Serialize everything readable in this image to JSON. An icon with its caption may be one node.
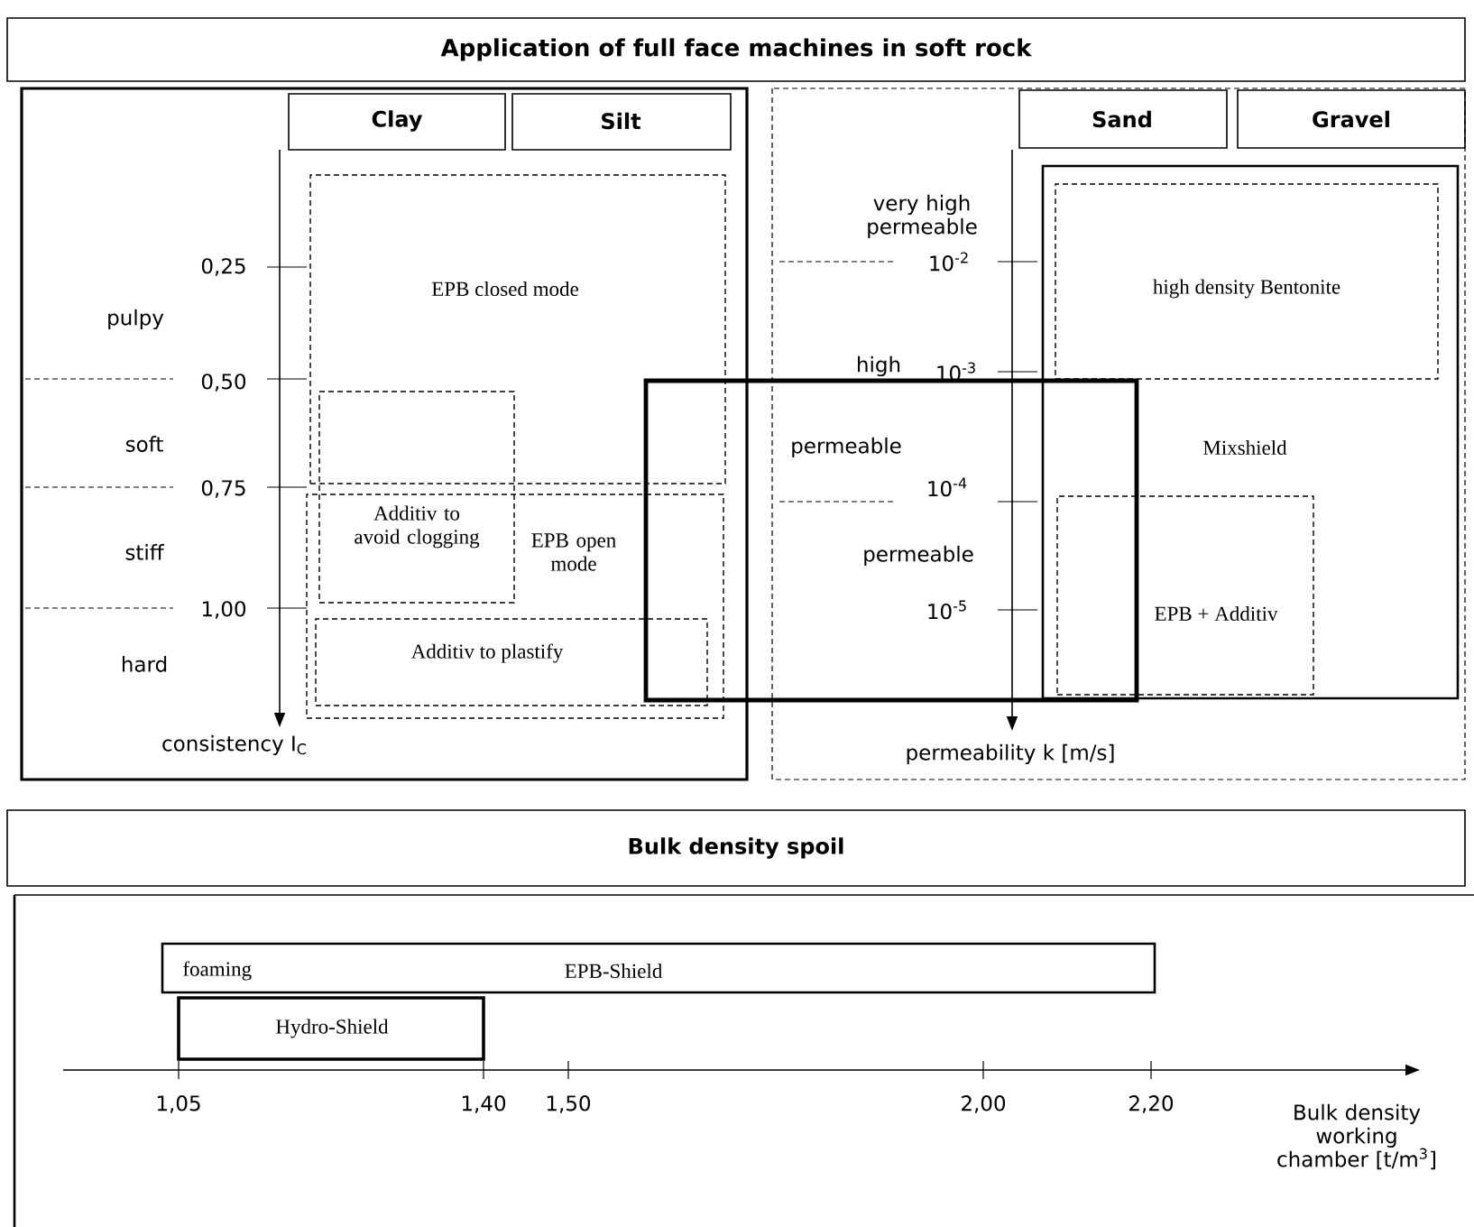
{
  "diagram": {
    "title": "Application of full face machines in soft rock",
    "nodes": [
      {
        "text": [
          "Clay"
        ]
      },
      {
        "text": [
          "Silt"
        ]
      },
      {
        "text": [
          "EPB closed mode"
        ]
      },
      {
        "text": [
          "Additiv to avoid clogging"
        ]
      },
      {
        "text": [
          "EPB open mode"
        ]
      },
      {
        "text": [
          "Additiv to plastify"
        ],
        "in": 4
      },
      {
        "text": [
          "Sand"
        ]
      },
      {
        "text": [
          "Gravel"
        ]
      },
      {
        "text": [
          "Mixshield"
        ]
      },
      {
        "text": [
          "high density Bentonite"
        ],
        "in": 8
      },
      {
        "text": [
          "EPB + Additiv"
        ],
        "in": 8
      },
      {
        "text": [
          "Bulk density spoil"
        ]
      },
      {
        "text": [
          "foaming",
          "EPB-Shield"
        ]
      },
      {
        "text": [
          "Hydro-Shield"
        ]
      }
    ],
    "labels": [
      "0,25",
      "pulpy",
      "0,50",
      "soft",
      "0,75",
      "stiff",
      "1,00",
      "hard",
      "consistency I$_{C}$",
      "very high permeable",
      "10$^{-2}$",
      "high",
      "10$^{-3}$",
      "permeable",
      "10$^{-4}$",
      "permeable",
      "10$^{-5}$",
      "permeability k [m/s]",
      "1,05",
      "1,40",
      "1,50",
      "2,00",
      "2,20",
      "Bulk density working chamber [t/m$^{3}$]"
    ]
  }
}
